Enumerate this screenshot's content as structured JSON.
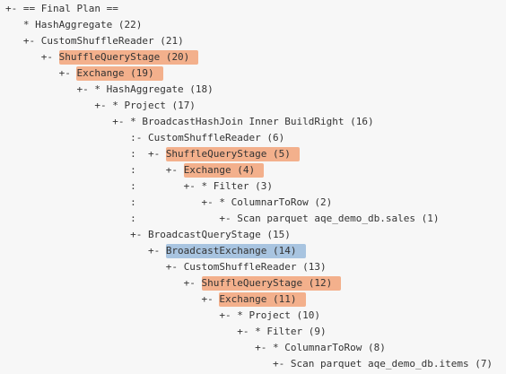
{
  "plan": {
    "lines": [
      {
        "prefix": "+- ",
        "node": "== Final Plan ==",
        "hl": ""
      },
      {
        "prefix": "   * ",
        "node": "HashAggregate (22)",
        "hl": ""
      },
      {
        "prefix": "   +- ",
        "node": "CustomShuffleReader (21)",
        "hl": ""
      },
      {
        "prefix": "      +- ",
        "node": "ShuffleQueryStage (20)",
        "hl": "orange"
      },
      {
        "prefix": "         +- ",
        "node": "Exchange (19)",
        "hl": "orange"
      },
      {
        "prefix": "            +- ",
        "node": "* HashAggregate (18)",
        "hl": ""
      },
      {
        "prefix": "               +- ",
        "node": "* Project (17)",
        "hl": ""
      },
      {
        "prefix": "                  +- ",
        "node": "* BroadcastHashJoin Inner BuildRight (16)",
        "hl": ""
      },
      {
        "prefix": "                     :- ",
        "node": "CustomShuffleReader (6)",
        "hl": ""
      },
      {
        "prefix": "                     :  +- ",
        "node": "ShuffleQueryStage (5)",
        "hl": "orange"
      },
      {
        "prefix": "                     :     +- ",
        "node": "Exchange (4)",
        "hl": "orange"
      },
      {
        "prefix": "                     :        +- ",
        "node": "* Filter (3)",
        "hl": ""
      },
      {
        "prefix": "                     :           +- ",
        "node": "* ColumnarToRow (2)",
        "hl": ""
      },
      {
        "prefix": "                     :              +- ",
        "node": "Scan parquet aqe_demo_db.sales (1)",
        "hl": ""
      },
      {
        "prefix": "                     +- ",
        "node": "BroadcastQueryStage (15)",
        "hl": ""
      },
      {
        "prefix": "                        +- ",
        "node": "BroadcastExchange (14)",
        "hl": "blue"
      },
      {
        "prefix": "                           +- ",
        "node": "CustomShuffleReader (13)",
        "hl": ""
      },
      {
        "prefix": "                              +- ",
        "node": "ShuffleQueryStage (12)",
        "hl": "orange"
      },
      {
        "prefix": "                                 +- ",
        "node": "Exchange (11)",
        "hl": "orange"
      },
      {
        "prefix": "                                    +- ",
        "node": "* Project (10)",
        "hl": ""
      },
      {
        "prefix": "                                       +- ",
        "node": "* Filter (9)",
        "hl": ""
      },
      {
        "prefix": "                                          +- ",
        "node": "* ColumnarToRow (8)",
        "hl": ""
      },
      {
        "prefix": "                                             +- ",
        "node": "Scan parquet aqe_demo_db.items (7)",
        "hl": ""
      }
    ]
  }
}
